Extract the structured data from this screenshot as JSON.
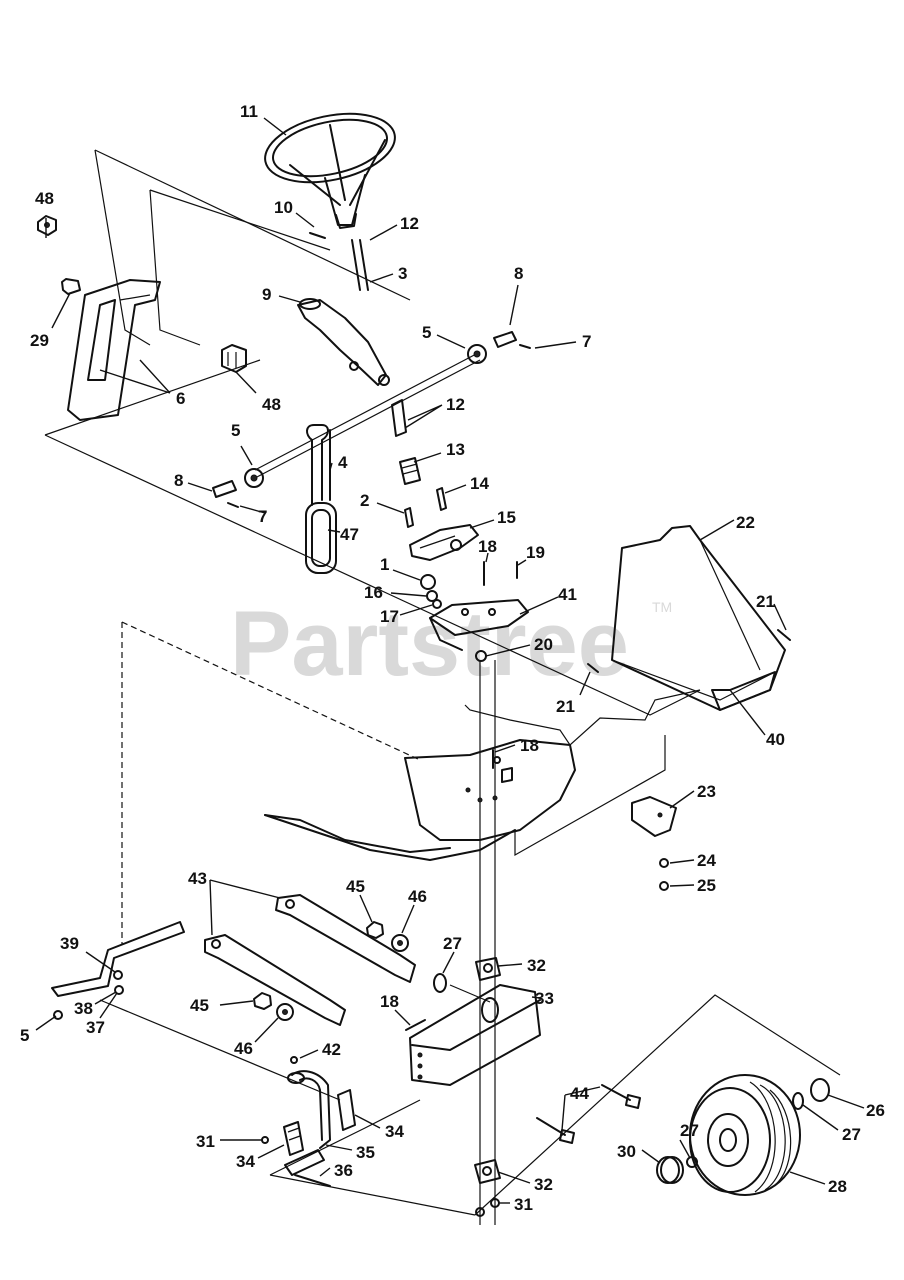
{
  "watermark": {
    "text": "Partstree",
    "trademark": "TM"
  },
  "part_labels": {
    "p1": "1",
    "p2": "2",
    "p3": "3",
    "p4": "4",
    "p5a": "5",
    "p5b": "5",
    "p5c": "5",
    "p6": "6",
    "p7a": "7",
    "p7b": "7",
    "p8a": "8",
    "p8b": "8",
    "p9": "9",
    "p10": "10",
    "p11": "11",
    "p12a": "12",
    "p12b": "12",
    "p13": "13",
    "p14": "14",
    "p15": "15",
    "p16": "16",
    "p17": "17",
    "p18a": "18",
    "p18b": "18",
    "p18c": "18",
    "p19": "19",
    "p20": "20",
    "p21a": "21",
    "p21b": "21",
    "p22": "22",
    "p23": "23",
    "p24": "24",
    "p25": "25",
    "p26": "26",
    "p27a": "27",
    "p27b": "27",
    "p27c": "27",
    "p28": "28",
    "p29": "29",
    "p30": "30",
    "p31a": "31",
    "p31b": "31",
    "p32a": "32",
    "p32b": "32",
    "p33": "33",
    "p34a": "34",
    "p34b": "34",
    "p35": "35",
    "p36": "36",
    "p37": "37",
    "p38": "38",
    "p39": "39",
    "p40": "40",
    "p41": "41",
    "p42": "42",
    "p43": "43",
    "p44": "44",
    "p45a": "45",
    "p45b": "45",
    "p46a": "46",
    "p46b": "46",
    "p47": "47",
    "p48a": "48",
    "p48b": "48"
  }
}
